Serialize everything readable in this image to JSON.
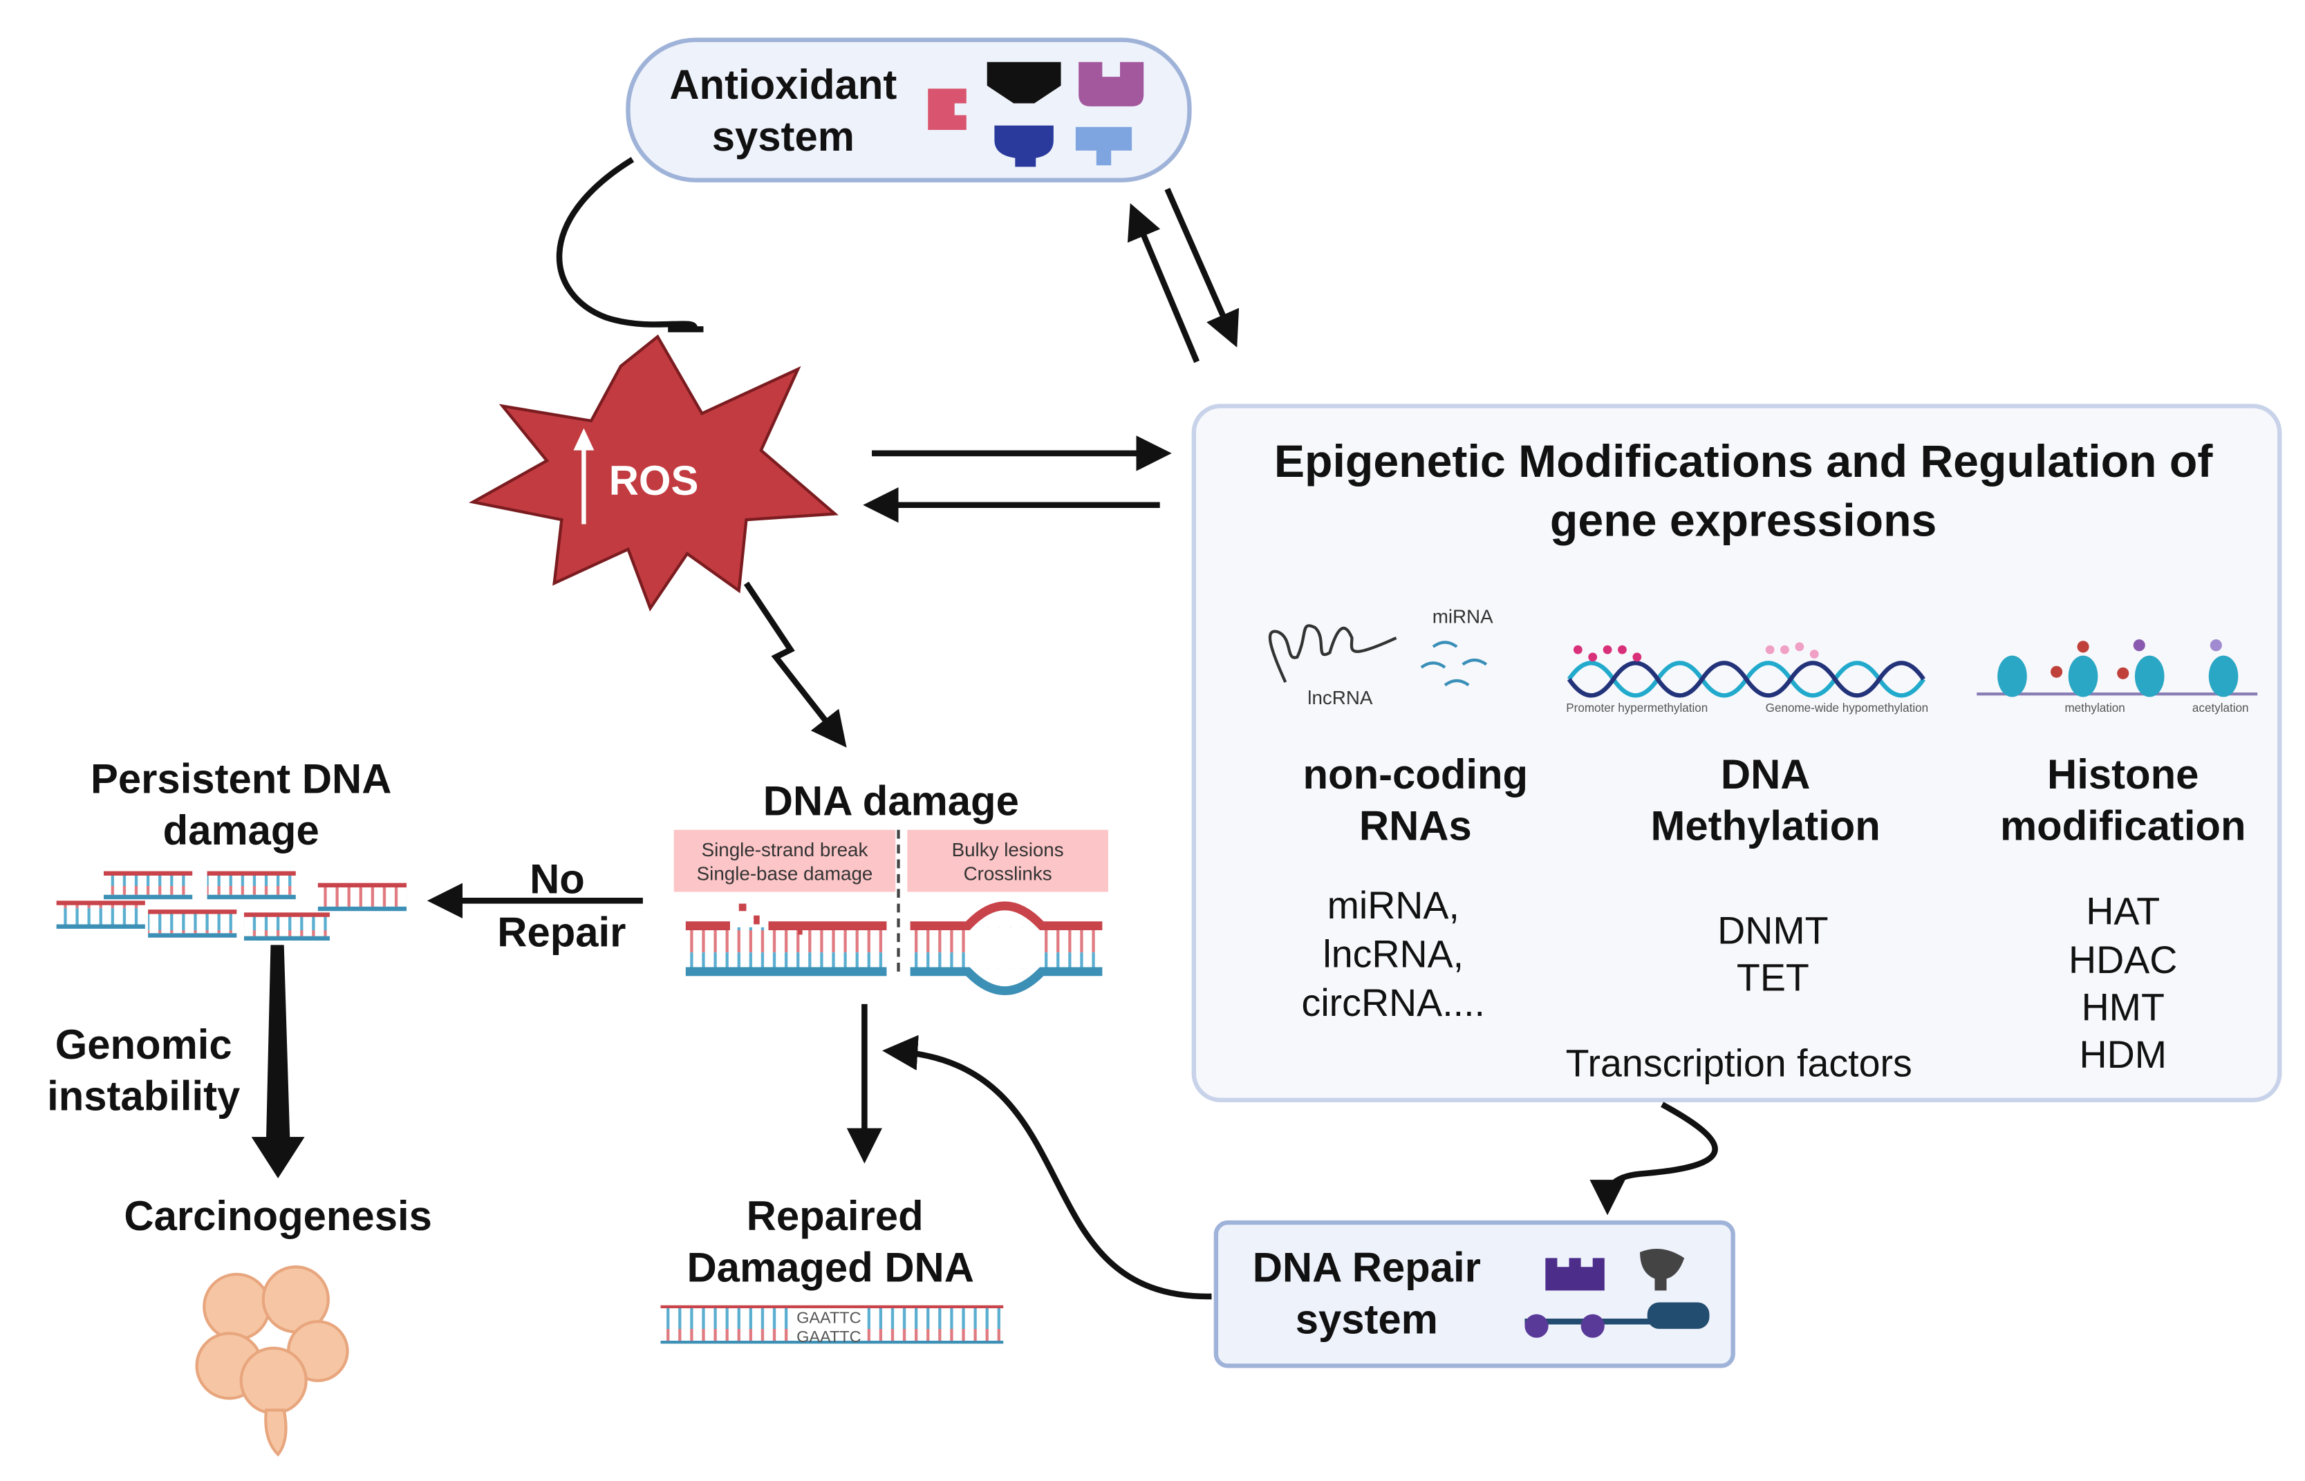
{
  "antioxidant": {
    "line1": "Antioxidant",
    "line2": "system"
  },
  "ros": {
    "label": "ROS"
  },
  "epigenetic": {
    "title_line1": "Epigenetic Modifications and Regulation of",
    "title_line2": "gene expressions",
    "icon_labels": {
      "lncrna": "lncRNA",
      "mirna": "miRNA",
      "promoter": "Promoter hypermethylation",
      "genome": "Genome-wide hypomethylation",
      "methylation": "methylation",
      "acetylation": "acetylation"
    },
    "columns": [
      {
        "title_line1": "non-coding",
        "title_line2": "RNAs",
        "items": [
          "miRNA,",
          "lncRNA,",
          "circRNA...."
        ]
      },
      {
        "title_line1": "DNA",
        "title_line2": "Methylation",
        "items": [
          "DNMT",
          "TET"
        ]
      },
      {
        "title_line1": "Histone",
        "title_line2": "modification",
        "items": [
          "HAT",
          "HDAC",
          "HMT",
          "HDM"
        ]
      }
    ],
    "footer": "Transcription factors"
  },
  "dna_damage": {
    "title": "DNA damage",
    "types": [
      {
        "line1": "Single-strand break",
        "line2": "Single-base damage"
      },
      {
        "line1": "Bulky lesions",
        "line2": "Crosslinks"
      }
    ]
  },
  "no_repair": {
    "line1": "No",
    "line2": "Repair"
  },
  "persistent": {
    "line1": "Persistent DNA",
    "line2": "damage"
  },
  "genomic": {
    "line1": "Genomic",
    "line2": "instability"
  },
  "carcinogenesis": {
    "label": "Carcinogenesis"
  },
  "repaired": {
    "line1": "Repaired",
    "line2": "Damaged DNA",
    "seq1": "GAATTC",
    "seq2": "GAATTC"
  },
  "dna_repair": {
    "line1": "DNA Repair",
    "line2": "system"
  },
  "colors": {
    "ros": "#c23b40",
    "box_fill": "#eef2fb",
    "box_stroke": "#9fb3d9",
    "dna_red": "#c8434a",
    "dna_blue": "#3c8fb5",
    "pink_label": "#fcc5c7"
  }
}
